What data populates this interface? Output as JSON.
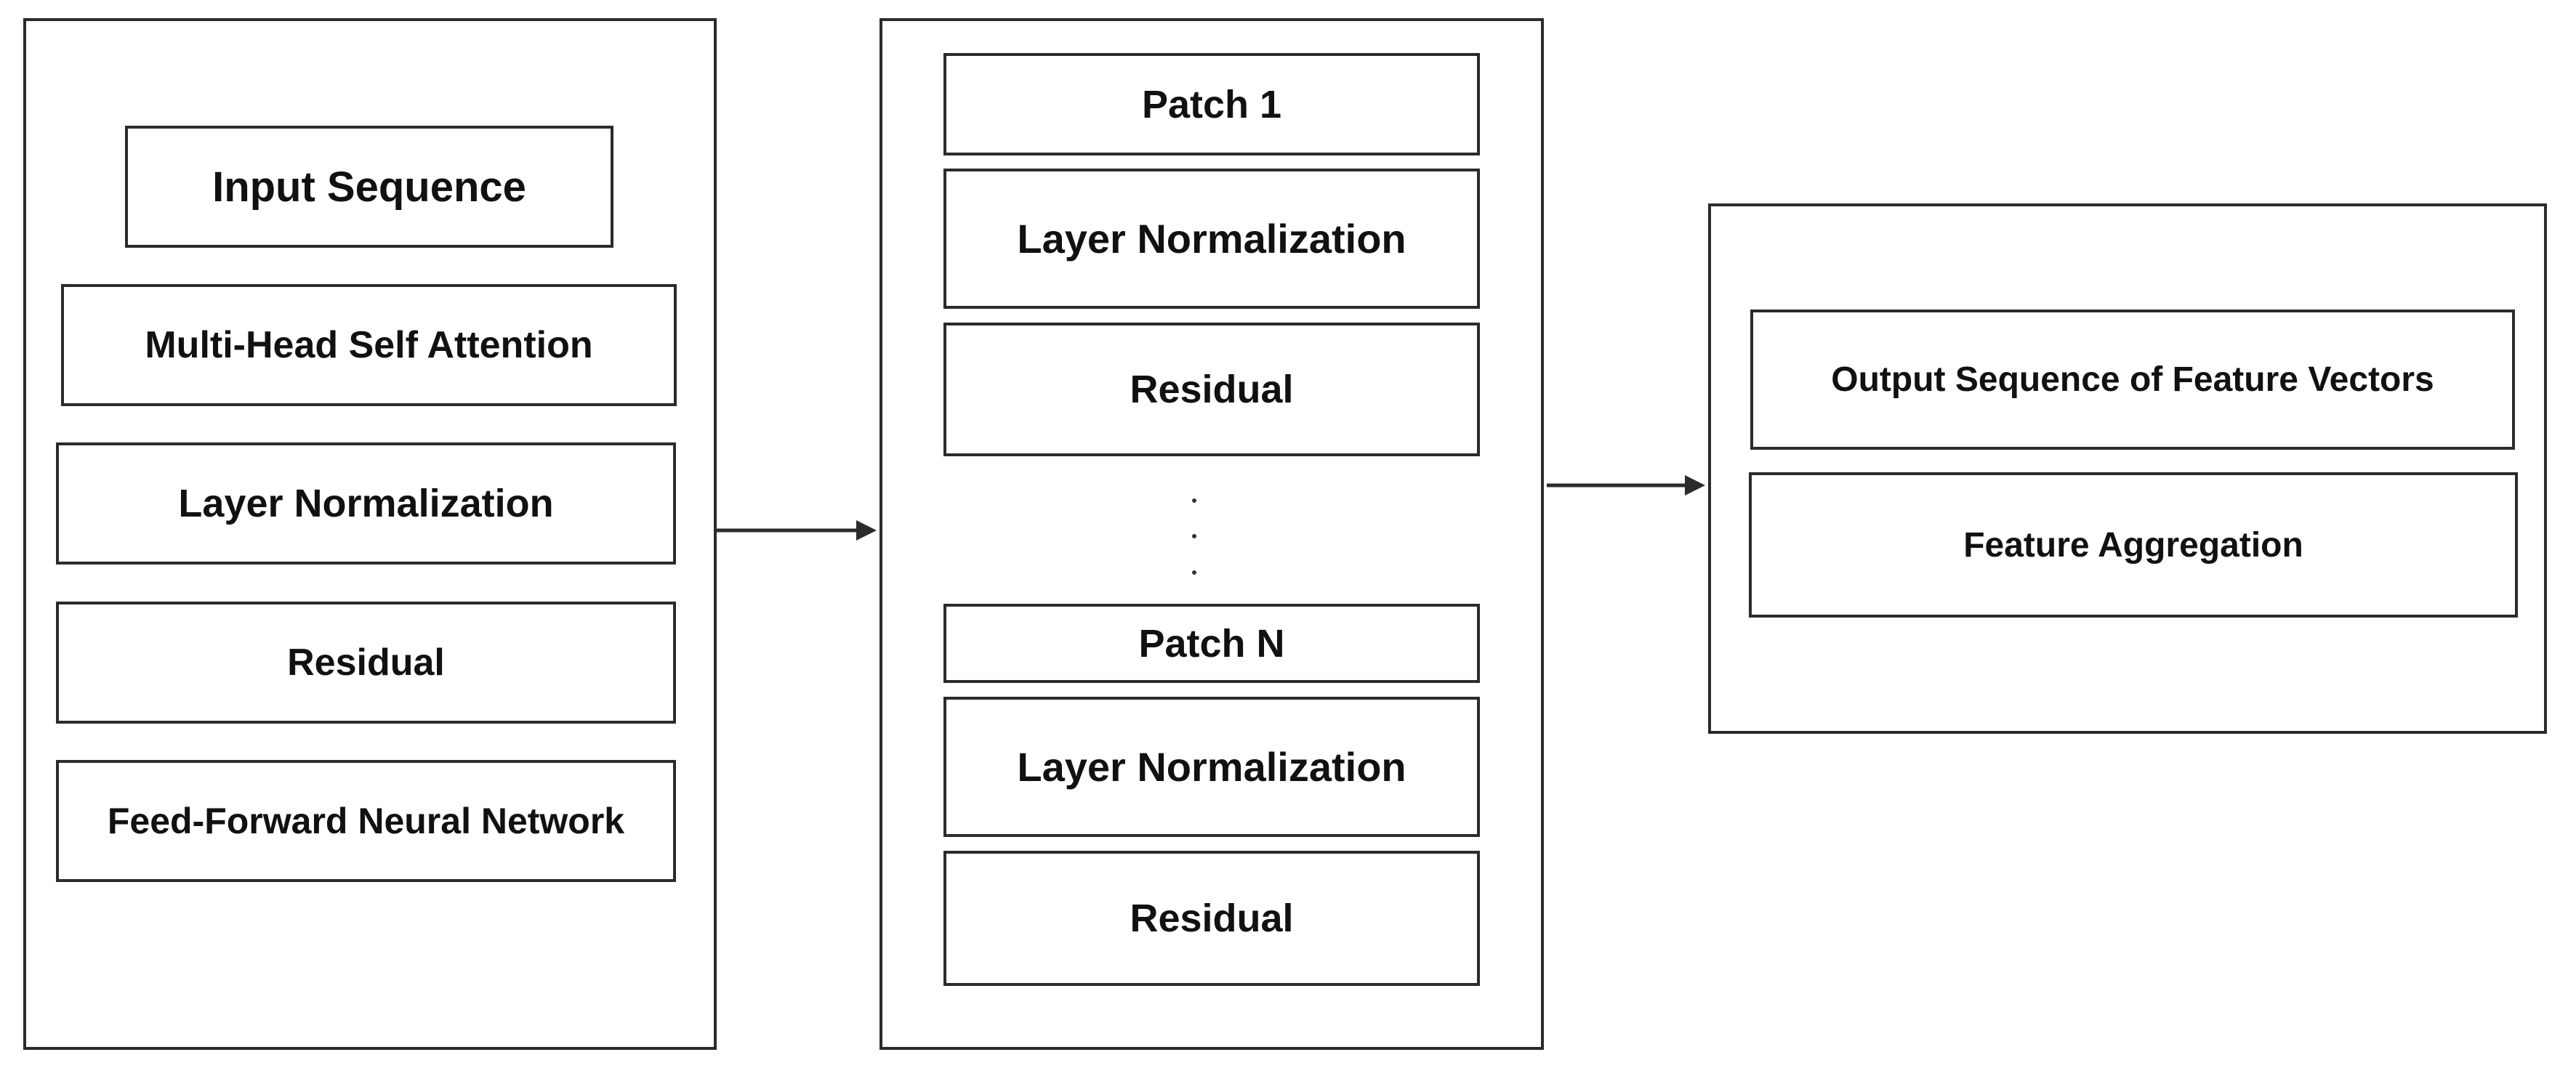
{
  "encoder_panel": {
    "input_sequence": "Input Sequence",
    "multi_head_attention": "Multi-Head Self Attention",
    "layer_normalization": "Layer Normalization",
    "residual": "Residual",
    "feed_forward": "Feed-Forward Neural Network"
  },
  "patch_panel": {
    "patch_1": "Patch 1",
    "layer_normalization_1": "Layer Normalization",
    "residual_1": "Residual",
    "patch_n": "Patch N",
    "layer_normalization_n": "Layer Normalization",
    "residual_n": "Residual"
  },
  "output_panel": {
    "output_sequence": "Output Sequence of Feature Vectors",
    "feature_aggregation": "Feature Aggregation"
  }
}
